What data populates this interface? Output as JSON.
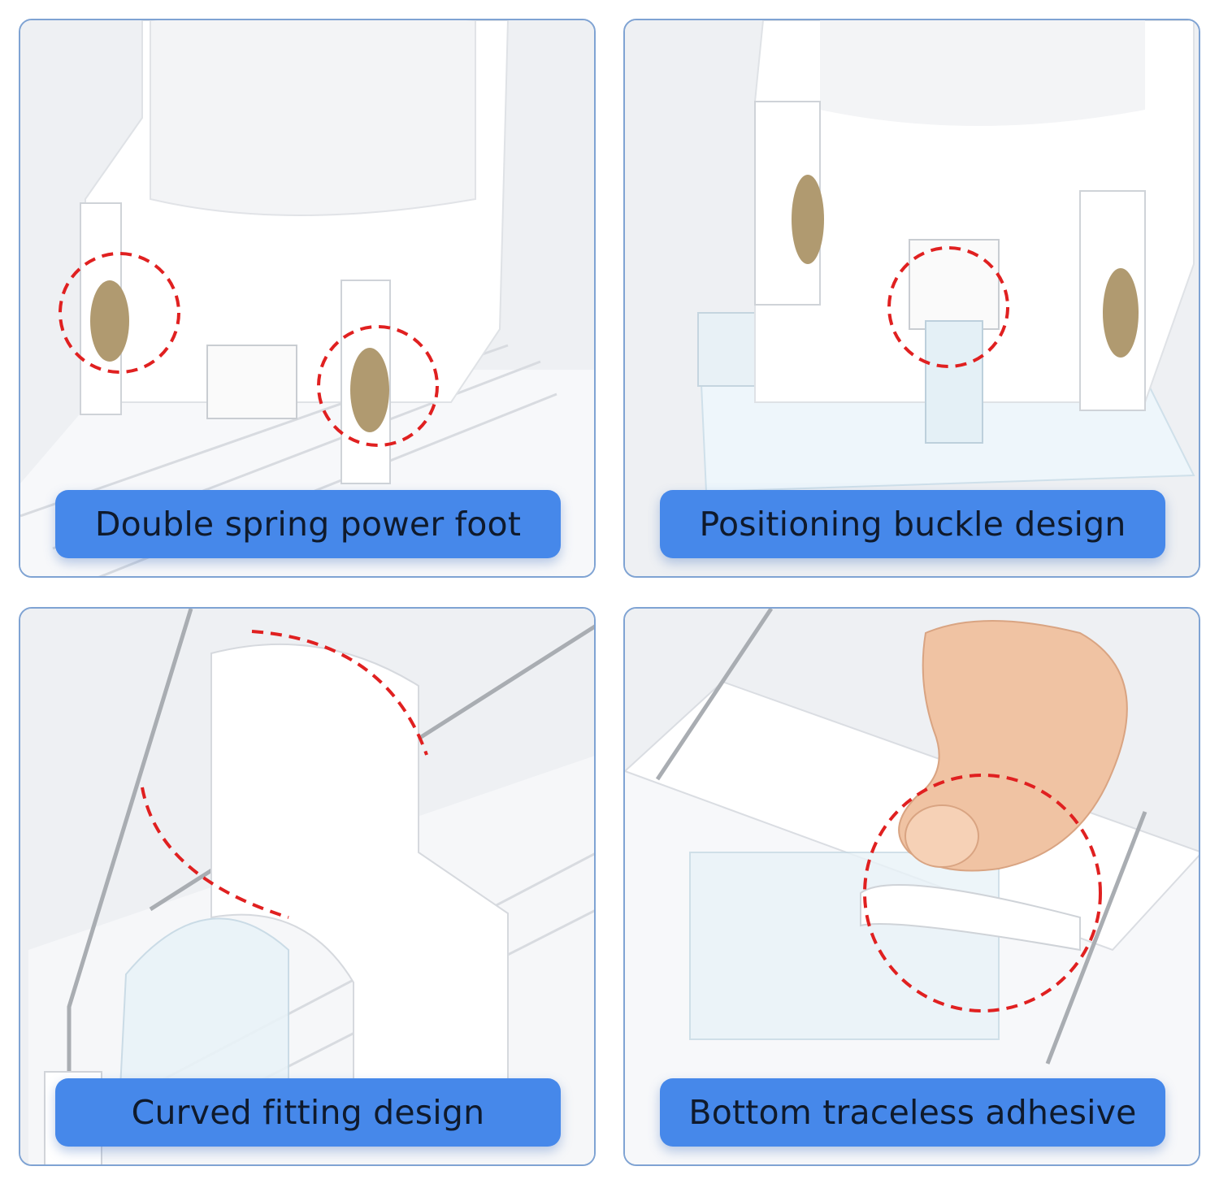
{
  "panels": [
    {
      "caption": "Double spring power foot"
    },
    {
      "caption": "Positioning buckle design"
    },
    {
      "caption": "Curved fitting design"
    },
    {
      "caption": "Bottom traceless adhesive"
    }
  ],
  "colors": {
    "caption_bg": "#4688ea",
    "panel_border": "#7fa3d3",
    "highlight_dash": "#e02020",
    "roller": "#b09a70"
  },
  "icons": [
    "red-dashed-highlight-circle",
    "brass-roller",
    "steel-wire-frame",
    "hand"
  ]
}
